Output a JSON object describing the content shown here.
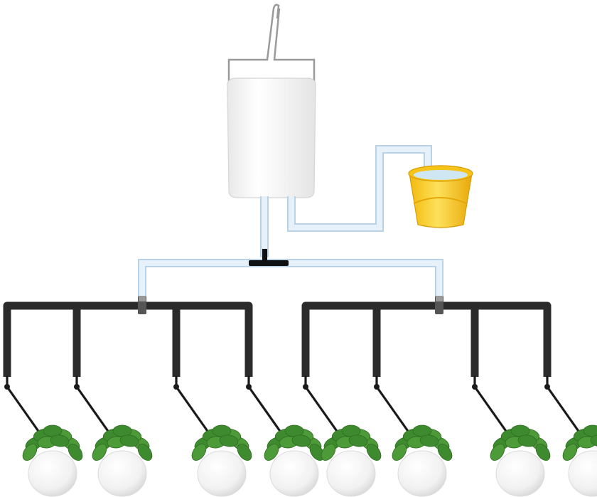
{
  "diagram": {
    "kind": "gravity-drip-irrigation-illustration",
    "components": {
      "hanger": {
        "icon": "wire-hook-icon"
      },
      "reservoir": {
        "icon": "water-bag-icon",
        "color": "#f4f4f4"
      },
      "refill_bucket": {
        "icon": "bucket-icon",
        "color": "#f7c81e"
      },
      "feed_tubes": {
        "color": "#e6f1fa",
        "edge": "#b9d2e6"
      },
      "tee_connector": {
        "icon": "tee-connector-icon",
        "color": "#111111"
      },
      "manifolds": {
        "count": 2,
        "color": "#2b2b2b"
      },
      "drip_lines": {
        "count": 8,
        "icon": "drip-tube-icon"
      },
      "pots": {
        "count": 8,
        "icon": "potted-plant-icon",
        "pot_color": "#ffffff",
        "leaf_color": "#3e8a2e"
      }
    }
  }
}
